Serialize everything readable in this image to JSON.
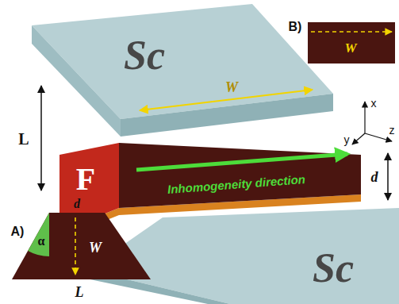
{
  "diagram": {
    "nodes": [
      {
        "text": [
          "Sc"
        ]
      },
      {
        "text": [
          "F",
          "Inhomogeneity direction"
        ]
      },
      {
        "text": [
          "Sc"
        ]
      },
      {
        "text": [
          "A)",
          "α",
          "W"
        ]
      },
      {
        "text": [
          "B)",
          "W"
        ]
      }
    ],
    "labels": [
      "W",
      "L",
      "d",
      "x",
      "y",
      "z",
      "d",
      "L"
    ]
  }
}
